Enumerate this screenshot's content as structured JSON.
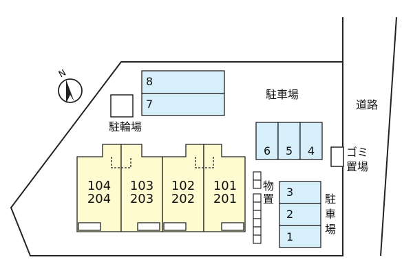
{
  "north_label": "N",
  "labels": {
    "parking_top": "駐車場",
    "road": "道路",
    "bicycle_parking": "駐輪場",
    "garbage_line1": "ゴミ",
    "garbage_line2": "置場",
    "storage_line1": "物",
    "storage_line2": "置",
    "parking_right_1": "駐",
    "parking_right_2": "車",
    "parking_right_3": "場"
  },
  "units": [
    {
      "upper": "104",
      "lower": "204"
    },
    {
      "upper": "103",
      "lower": "203"
    },
    {
      "upper": "102",
      "lower": "202"
    },
    {
      "upper": "101",
      "lower": "201"
    }
  ],
  "parking_top_spaces": [
    "8",
    "7"
  ],
  "parking_mid_spaces": [
    "6",
    "5",
    "4"
  ],
  "parking_right_spaces": [
    "3",
    "2",
    "1"
  ],
  "colors": {
    "parking": "#d6effa",
    "building": "#fdfbcf",
    "line": "#222222"
  }
}
